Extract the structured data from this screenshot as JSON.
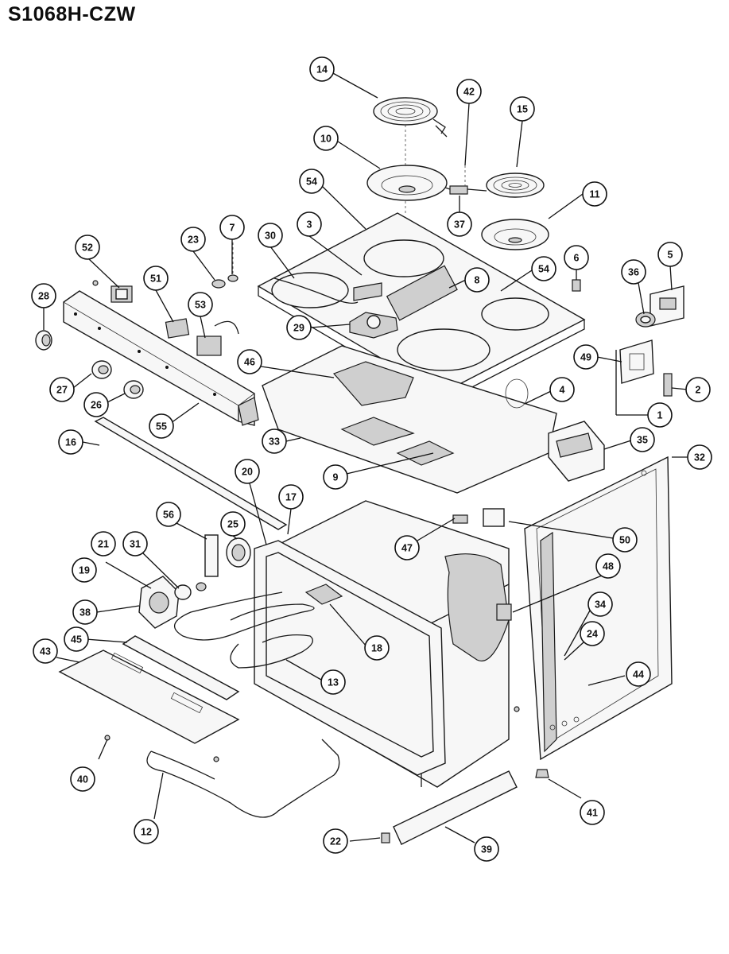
{
  "title": "S1068H-CZW",
  "callouts": [
    {
      "id": "c14",
      "label": "14"
    },
    {
      "id": "c42",
      "label": "42"
    },
    {
      "id": "c15",
      "label": "15"
    },
    {
      "id": "c10",
      "label": "10"
    },
    {
      "id": "c11",
      "label": "11"
    },
    {
      "id": "c54a",
      "label": "54"
    },
    {
      "id": "c37",
      "label": "37"
    },
    {
      "id": "c7",
      "label": "7"
    },
    {
      "id": "c23",
      "label": "23"
    },
    {
      "id": "c30",
      "label": "30"
    },
    {
      "id": "c3",
      "label": "3"
    },
    {
      "id": "c52",
      "label": "52"
    },
    {
      "id": "c6",
      "label": "6"
    },
    {
      "id": "c5",
      "label": "5"
    },
    {
      "id": "c36",
      "label": "36"
    },
    {
      "id": "c8",
      "label": "8"
    },
    {
      "id": "c54b",
      "label": "54"
    },
    {
      "id": "c51",
      "label": "51"
    },
    {
      "id": "c28",
      "label": "28"
    },
    {
      "id": "c53",
      "label": "53"
    },
    {
      "id": "c29",
      "label": "29"
    },
    {
      "id": "c49",
      "label": "49"
    },
    {
      "id": "c46",
      "label": "46"
    },
    {
      "id": "c2",
      "label": "2"
    },
    {
      "id": "c27",
      "label": "27"
    },
    {
      "id": "c4",
      "label": "4"
    },
    {
      "id": "c26",
      "label": "26"
    },
    {
      "id": "c55",
      "label": "55"
    },
    {
      "id": "c1",
      "label": "1"
    },
    {
      "id": "c33",
      "label": "33"
    },
    {
      "id": "c35",
      "label": "35"
    },
    {
      "id": "c16",
      "label": "16"
    },
    {
      "id": "c32",
      "label": "32"
    },
    {
      "id": "c9",
      "label": "9"
    },
    {
      "id": "c20",
      "label": "20"
    },
    {
      "id": "c17",
      "label": "17"
    },
    {
      "id": "c56",
      "label": "56"
    },
    {
      "id": "c25",
      "label": "25"
    },
    {
      "id": "c47",
      "label": "47"
    },
    {
      "id": "c50",
      "label": "50"
    },
    {
      "id": "c31",
      "label": "31"
    },
    {
      "id": "c21",
      "label": "21"
    },
    {
      "id": "c19",
      "label": "19"
    },
    {
      "id": "c48",
      "label": "48"
    },
    {
      "id": "c34",
      "label": "34"
    },
    {
      "id": "c38",
      "label": "38"
    },
    {
      "id": "c18",
      "label": "18"
    },
    {
      "id": "c24",
      "label": "24"
    },
    {
      "id": "c45",
      "label": "45"
    },
    {
      "id": "c43",
      "label": "43"
    },
    {
      "id": "c44",
      "label": "44"
    },
    {
      "id": "c13",
      "label": "13"
    },
    {
      "id": "c40",
      "label": "40"
    },
    {
      "id": "c41",
      "label": "41"
    },
    {
      "id": "c12",
      "label": "12"
    },
    {
      "id": "c22",
      "label": "22"
    },
    {
      "id": "c39",
      "label": "39"
    }
  ]
}
